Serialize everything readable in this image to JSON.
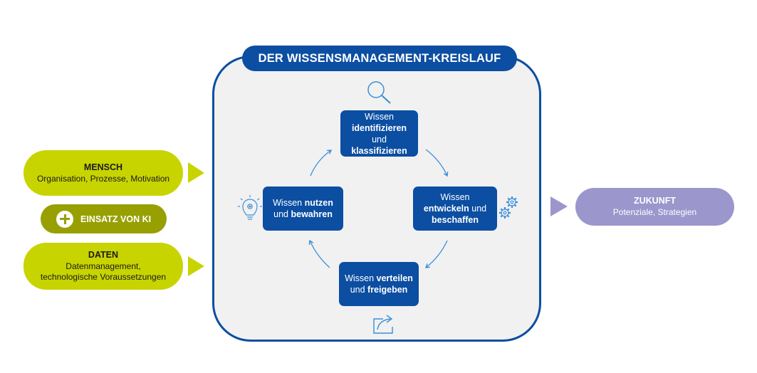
{
  "title": "DER WISSENSMANAGEMENT-KREISLAUF",
  "steps": {
    "top": {
      "pre": "Wissen",
      "bold1": "identifizieren",
      "mid": "und",
      "bold2": "klassifizieren"
    },
    "right": {
      "pre": "Wissen",
      "bold1": "entwickeln",
      "mid": " und",
      "bold2": "beschaffen"
    },
    "bottom": {
      "pre": "Wissen ",
      "bold1": "verteilen",
      "mid": "und ",
      "bold2": "freigeben"
    },
    "left": {
      "pre": "Wissen ",
      "bold1": "nutzen",
      "mid": "und ",
      "bold2": "bewahren"
    }
  },
  "mensch": {
    "heading": "MENSCH",
    "text": "Organisation, Prozesse, Motivation"
  },
  "ki": {
    "label": "EINSATZ VON KI"
  },
  "daten": {
    "heading": "DATEN",
    "line1": "Datenmanagement,",
    "line2": "technologische Voraussetzungen"
  },
  "zukunft": {
    "heading": "ZUKUNFT",
    "text": "Potenziale, Strategien"
  },
  "icons": {
    "top": "search-icon",
    "right": "gears-icon",
    "bottom": "share-icon",
    "left": "lightbulb-gear-icon"
  },
  "colors": {
    "blue": "#0b4ea2",
    "light_blue": "#3a8fd8",
    "lime": "#c8d400",
    "olive": "#97a000",
    "lavender": "#9b96cc",
    "panel_bg": "#f1f1f1"
  }
}
